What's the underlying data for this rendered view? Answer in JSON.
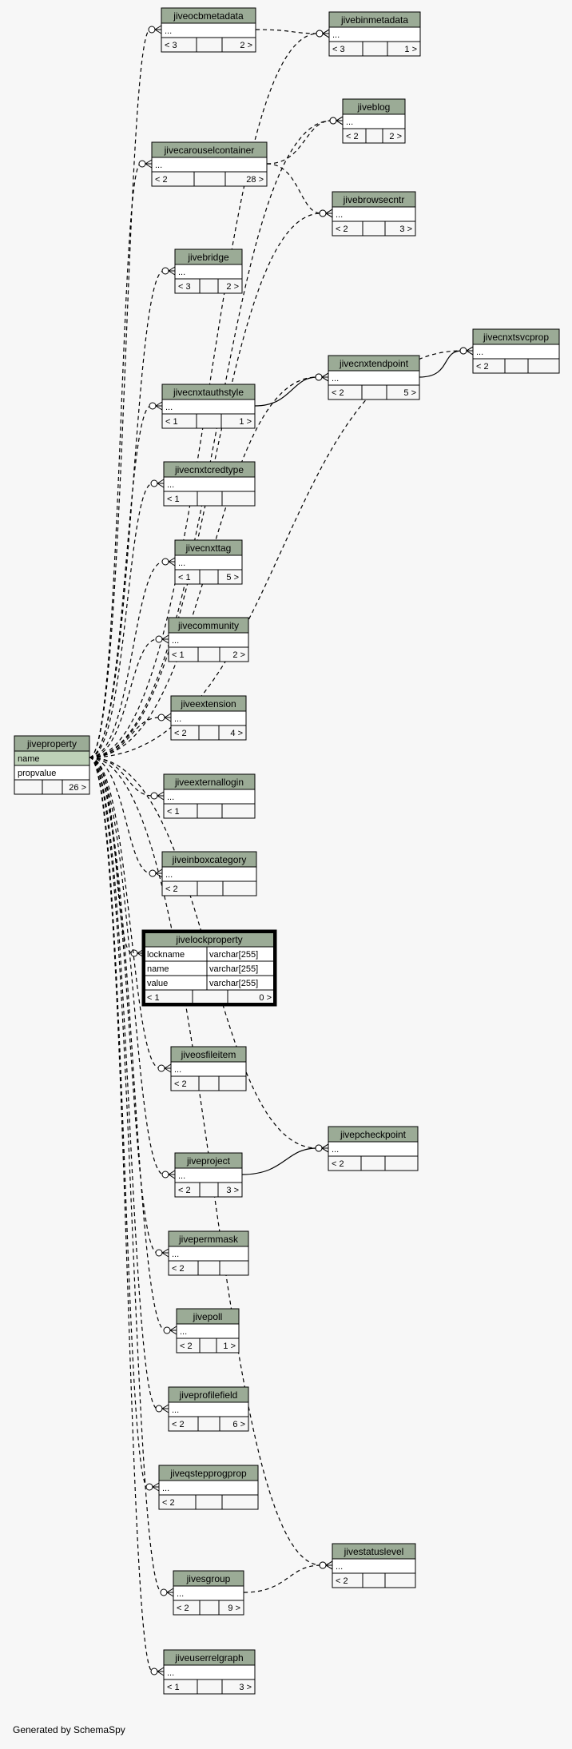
{
  "footer": "Generated by SchemaSpy",
  "colors": {
    "background": "#f7f7f7",
    "header": "#9bab96",
    "key_row": "#bed1b8",
    "body": "#ffffff",
    "nav": "#f7f7f7",
    "border": "#000000"
  },
  "tables": [
    {
      "id": "jiveproperty",
      "name": "jiveproperty",
      "rows": [
        {
          "text": "name",
          "key": true
        },
        {
          "text": "propvalue"
        }
      ],
      "nav": [
        "",
        "",
        "26 >"
      ]
    },
    {
      "id": "jiveocbmetadata",
      "name": "jiveocbmetadata",
      "rows": [
        {
          "text": "..."
        }
      ],
      "nav": [
        "< 3",
        "",
        "2 >"
      ]
    },
    {
      "id": "jivebinmetadata",
      "name": "jivebinmetadata",
      "rows": [
        {
          "text": "..."
        }
      ],
      "nav": [
        "< 3",
        "",
        "1 >"
      ]
    },
    {
      "id": "jiveblog",
      "name": "jiveblog",
      "rows": [
        {
          "text": "..."
        }
      ],
      "nav": [
        "< 2",
        "",
        "2 >"
      ]
    },
    {
      "id": "jivecarouselcontainer",
      "name": "jivecarouselcontainer",
      "rows": [
        {
          "text": "..."
        }
      ],
      "nav": [
        "< 2",
        "",
        "28 >"
      ]
    },
    {
      "id": "jivebrowsecntr",
      "name": "jivebrowsecntr",
      "rows": [
        {
          "text": "..."
        }
      ],
      "nav": [
        "< 2",
        "",
        "3 >"
      ]
    },
    {
      "id": "jivebridge",
      "name": "jivebridge",
      "rows": [
        {
          "text": "..."
        }
      ],
      "nav": [
        "< 3",
        "",
        "2 >"
      ]
    },
    {
      "id": "jivecnxtsvcprop",
      "name": "jivecnxtsvcprop",
      "rows": [
        {
          "text": "..."
        }
      ],
      "nav": [
        "< 2",
        "",
        ""
      ]
    },
    {
      "id": "jivecnxtendpoint",
      "name": "jivecnxtendpoint",
      "rows": [
        {
          "text": "..."
        }
      ],
      "nav": [
        "< 2",
        "",
        "5 >"
      ]
    },
    {
      "id": "jivecnxtauthstyle",
      "name": "jivecnxtauthstyle",
      "rows": [
        {
          "text": "..."
        }
      ],
      "nav": [
        "< 1",
        "",
        "1 >"
      ]
    },
    {
      "id": "jivecnxtcredtype",
      "name": "jivecnxtcredtype",
      "rows": [
        {
          "text": "..."
        }
      ],
      "nav": [
        "< 1",
        "",
        ""
      ]
    },
    {
      "id": "jivecnxttag",
      "name": "jivecnxttag",
      "rows": [
        {
          "text": "..."
        }
      ],
      "nav": [
        "< 1",
        "",
        "5 >"
      ]
    },
    {
      "id": "jivecommunity",
      "name": "jivecommunity",
      "rows": [
        {
          "text": "..."
        }
      ],
      "nav": [
        "< 1",
        "",
        "2 >"
      ]
    },
    {
      "id": "jiveextension",
      "name": "jiveextension",
      "rows": [
        {
          "text": "..."
        }
      ],
      "nav": [
        "< 2",
        "",
        "4 >"
      ]
    },
    {
      "id": "jiveexternallogin",
      "name": "jiveexternallogin",
      "rows": [
        {
          "text": "..."
        }
      ],
      "nav": [
        "< 1",
        "",
        ""
      ]
    },
    {
      "id": "jiveinboxcategory",
      "name": "jiveinboxcategory",
      "rows": [
        {
          "text": "..."
        }
      ],
      "nav": [
        "< 2",
        "",
        ""
      ]
    },
    {
      "id": "jivelockproperty",
      "name": "jivelockproperty",
      "focus": true,
      "rows": [
        {
          "text": "lockname",
          "type": "varchar[255]"
        },
        {
          "text": "name",
          "type": "varchar[255]"
        },
        {
          "text": "value",
          "type": "varchar[255]"
        }
      ],
      "nav": [
        "< 1",
        "",
        "0 >"
      ]
    },
    {
      "id": "jiveosfileitem",
      "name": "jiveosfileitem",
      "rows": [
        {
          "text": "..."
        }
      ],
      "nav": [
        "< 2",
        "",
        ""
      ]
    },
    {
      "id": "jivepcheckpoint",
      "name": "jivepcheckpoint",
      "rows": [
        {
          "text": "..."
        }
      ],
      "nav": [
        "< 2",
        "",
        ""
      ]
    },
    {
      "id": "jiveproject",
      "name": "jiveproject",
      "rows": [
        {
          "text": "..."
        }
      ],
      "nav": [
        "< 2",
        "",
        "3 >"
      ]
    },
    {
      "id": "jivepermmask",
      "name": "jivepermmask",
      "rows": [
        {
          "text": "..."
        }
      ],
      "nav": [
        "< 2",
        "",
        ""
      ]
    },
    {
      "id": "jivepoll",
      "name": "jivepoll",
      "rows": [
        {
          "text": "..."
        }
      ],
      "nav": [
        "< 2",
        "",
        "1 >"
      ]
    },
    {
      "id": "jiveprofilefield",
      "name": "jiveprofilefield",
      "rows": [
        {
          "text": "..."
        }
      ],
      "nav": [
        "< 2",
        "",
        "6 >"
      ]
    },
    {
      "id": "jiveqstepprogprop",
      "name": "jiveqstepprogprop",
      "rows": [
        {
          "text": "..."
        }
      ],
      "nav": [
        "< 2",
        "",
        ""
      ]
    },
    {
      "id": "jivestatuslevel",
      "name": "jivestatuslevel",
      "rows": [
        {
          "text": "..."
        }
      ],
      "nav": [
        "< 2",
        "",
        ""
      ]
    },
    {
      "id": "jivesgroup",
      "name": "jivesgroup",
      "rows": [
        {
          "text": "..."
        }
      ],
      "nav": [
        "< 2",
        "",
        "9 >"
      ]
    },
    {
      "id": "jiveuserrelgraph",
      "name": "jiveuserrelgraph",
      "rows": [
        {
          "text": "..."
        }
      ],
      "nav": [
        "< 1",
        "",
        "3 >"
      ]
    }
  ],
  "relationships": [
    {
      "from": "jiveproperty",
      "to": "jiveocbmetadata",
      "style": "dashed"
    },
    {
      "from": "jiveproperty",
      "to": "jivebinmetadata",
      "style": "dashed"
    },
    {
      "from": "jiveproperty",
      "to": "jiveblog",
      "style": "dashed"
    },
    {
      "from": "jiveproperty",
      "to": "jivecarouselcontainer",
      "style": "dashed"
    },
    {
      "from": "jiveproperty",
      "to": "jivebrowsecntr",
      "style": "dashed"
    },
    {
      "from": "jiveproperty",
      "to": "jivebridge",
      "style": "dashed"
    },
    {
      "from": "jiveproperty",
      "to": "jivecnxtsvcprop",
      "style": "dashed"
    },
    {
      "from": "jiveproperty",
      "to": "jivecnxtendpoint",
      "style": "dashed"
    },
    {
      "from": "jiveproperty",
      "to": "jivecnxtauthstyle",
      "style": "dashed"
    },
    {
      "from": "jiveproperty",
      "to": "jivecnxtcredtype",
      "style": "dashed"
    },
    {
      "from": "jiveproperty",
      "to": "jivecnxttag",
      "style": "dashed"
    },
    {
      "from": "jiveproperty",
      "to": "jivecommunity",
      "style": "dashed"
    },
    {
      "from": "jiveproperty",
      "to": "jiveextension",
      "style": "dashed"
    },
    {
      "from": "jiveproperty",
      "to": "jiveexternallogin",
      "style": "dashed"
    },
    {
      "from": "jiveproperty",
      "to": "jiveinboxcategory",
      "style": "dashed"
    },
    {
      "from": "jiveproperty",
      "to": "jivelockproperty",
      "style": "dashed"
    },
    {
      "from": "jiveproperty",
      "to": "jiveosfileitem",
      "style": "dashed"
    },
    {
      "from": "jiveproperty",
      "to": "jivepcheckpoint",
      "style": "dashed"
    },
    {
      "from": "jiveproperty",
      "to": "jiveproject",
      "style": "dashed"
    },
    {
      "from": "jiveproperty",
      "to": "jivepermmask",
      "style": "dashed"
    },
    {
      "from": "jiveproperty",
      "to": "jivepoll",
      "style": "dashed"
    },
    {
      "from": "jiveproperty",
      "to": "jiveprofilefield",
      "style": "dashed"
    },
    {
      "from": "jiveproperty",
      "to": "jiveqstepprogprop",
      "style": "dashed"
    },
    {
      "from": "jiveproperty",
      "to": "jivestatuslevel",
      "style": "dashed"
    },
    {
      "from": "jiveproperty",
      "to": "jivesgroup",
      "style": "dashed"
    },
    {
      "from": "jiveproperty",
      "to": "jiveuserrelgraph",
      "style": "dashed"
    },
    {
      "from": "jiveocbmetadata",
      "to": "jivebinmetadata",
      "style": "dashed"
    },
    {
      "from": "jivecarouselcontainer",
      "to": "jiveblog",
      "style": "dashed"
    },
    {
      "from": "jivecarouselcontainer",
      "to": "jivebrowsecntr",
      "style": "dashed"
    },
    {
      "from": "jivecnxtauthstyle",
      "to": "jivecnxtendpoint",
      "style": "solid"
    },
    {
      "from": "jivecnxtendpoint",
      "to": "jivecnxtsvcprop",
      "style": "solid"
    },
    {
      "from": "jiveproject",
      "to": "jivepcheckpoint",
      "style": "solid"
    },
    {
      "from": "jivesgroup",
      "to": "jivestatuslevel",
      "style": "dashed"
    }
  ]
}
